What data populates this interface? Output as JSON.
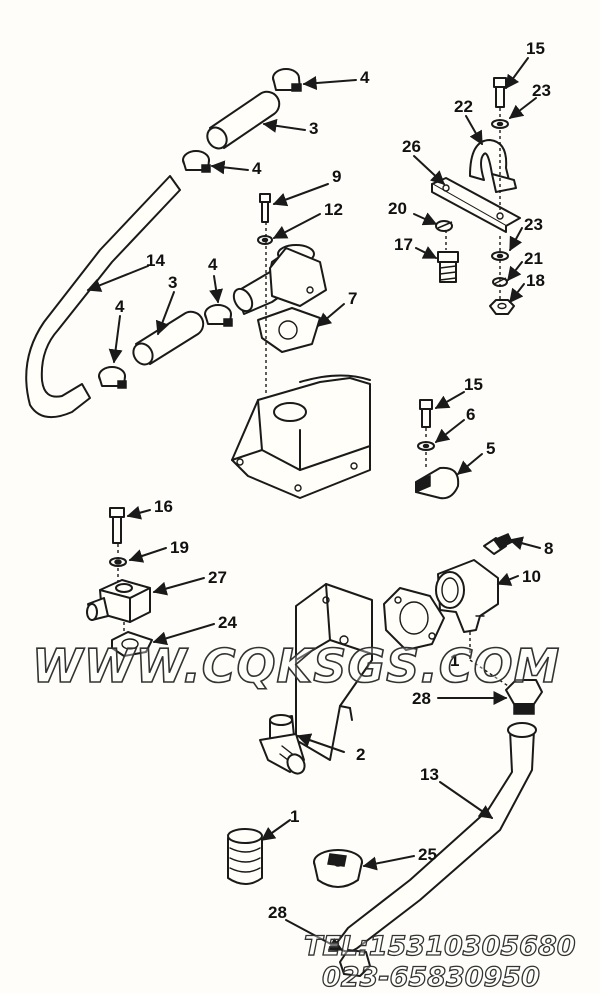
{
  "callouts": {
    "c4a": "4",
    "c3a": "3",
    "c4b": "4",
    "c9": "9",
    "c12": "12",
    "c14": "14",
    "c3b": "3",
    "c4c": "4",
    "c4d": "4",
    "c7": "7",
    "c15a": "15",
    "c23a": "23",
    "c22": "22",
    "c26": "26",
    "c20": "20",
    "c23b": "23",
    "c17": "17",
    "c21": "21",
    "c18": "18",
    "c15b": "15",
    "c6": "6",
    "c5": "5",
    "c16": "16",
    "c19": "19",
    "c27": "27",
    "c24": "24",
    "c8": "8",
    "c10": "10",
    "c1a": "1",
    "c28a": "28",
    "c2": "2",
    "c13": "13",
    "c1b": "1",
    "c25": "25",
    "c28b": "28"
  },
  "watermark": {
    "site": "WWW.CQKSGS.COM",
    "tel": "TEL:15310305680",
    "phone": "023-65830950"
  }
}
